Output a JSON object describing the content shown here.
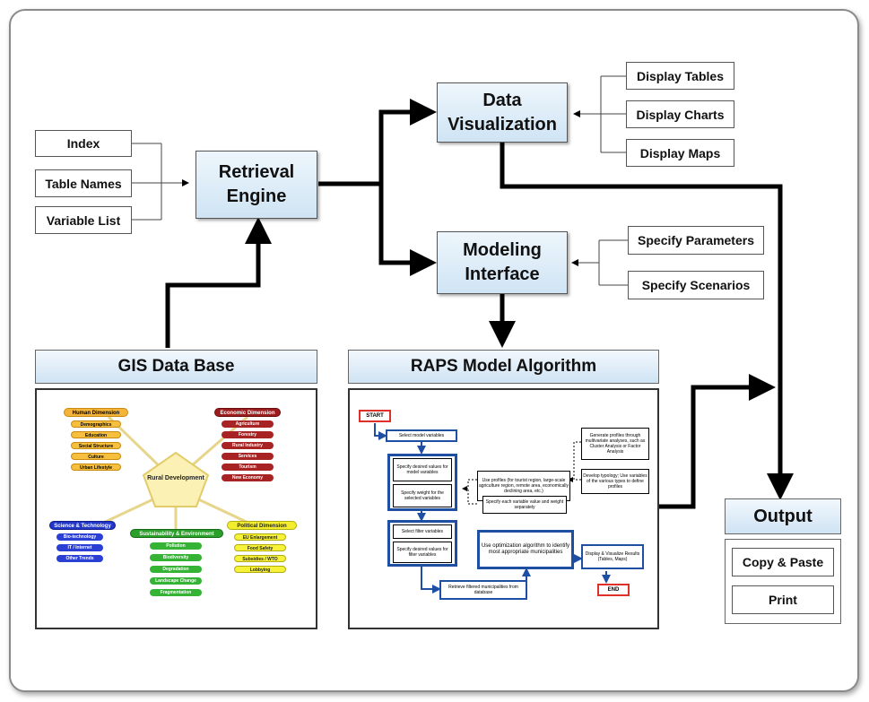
{
  "inputs": {
    "index": "Index",
    "table_names": "Table Names",
    "variable_list": "Variable List"
  },
  "retrieval_engine": "Retrieval Engine",
  "data_visualization": "Data Visualization",
  "display": {
    "tables": "Display Tables",
    "charts": "Display Charts",
    "maps": "Display Maps"
  },
  "modeling_interface": "Modeling Interface",
  "specify": {
    "parameters": "Specify Parameters",
    "scenarios": "Specify Scenarios"
  },
  "gis": {
    "title": "GIS Data Base",
    "center": "Rural Development",
    "human": {
      "title": "Human Dimension",
      "items": [
        "Demographics",
        "Education",
        "Social Structure",
        "Culture",
        "Urban Lifestyle"
      ]
    },
    "economic": {
      "title": "Economic Dimension",
      "items": [
        "Agriculture",
        "Forestry",
        "Rural Industry",
        "Services",
        "Tourism",
        "New Economy"
      ]
    },
    "science": {
      "title": "Science & Technology",
      "items": [
        "Bio-technology",
        "IT / Internet",
        "Other Trends"
      ]
    },
    "environment": {
      "title": "Sustainability & Environment",
      "items": [
        "Pollution",
        "Biodiversity",
        "Degradation",
        "Landscape Change",
        "Fragmentation"
      ]
    },
    "political": {
      "title": "Political Dimension",
      "items": [
        "EU Enlargement",
        "Food Safety",
        "Subsidies / WTO",
        "Lobbying"
      ]
    }
  },
  "raps": {
    "title": "RAPS Model Algorithm",
    "start": "START",
    "end": "END",
    "select_model": "Select model variables",
    "specify_desired_model": "Specify desired values for model variables",
    "specify_weight": "Specify weight for the selected variables",
    "select_filter": "Select filter variables",
    "specify_desired_filter": "Specify desired values for filter variables",
    "use_profiles": "Use profiles (for tourist region, large-scale agriculture region, remote area, economically declining area, etc.)",
    "specify_each": "Specify each variable value and weight separately",
    "generate_profiles": "Generate profiles through multivariate analyses, such as Cluster Analysis or Factor Analysis",
    "develop_typology": "Develop typology; Use variables of the various types to define profiles",
    "optimization": "Use optimization algorithm to identify most appropriate municipalities",
    "display_visualize": "Display & Visualize Results (Tables, Maps)",
    "retrieve_filtered": "Retrieve filtered municipalities from database"
  },
  "output": {
    "title": "Output",
    "copy_paste": "Copy & Paste",
    "print": "Print"
  },
  "colors": {
    "box_fill": "#cfe4f4",
    "arrow": "#000000",
    "flow_blue": "#1e4fa3",
    "start_end_red": "#e0302a"
  }
}
